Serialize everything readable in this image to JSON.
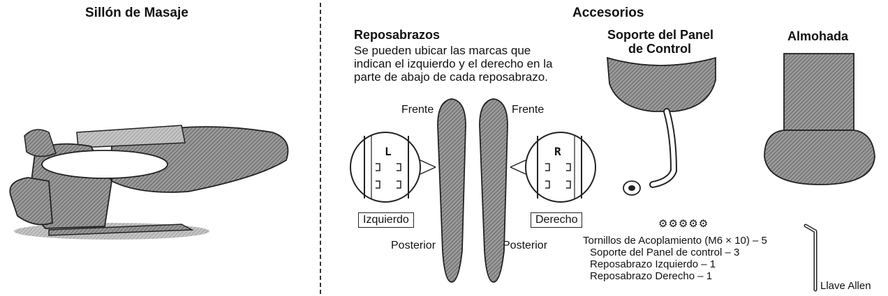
{
  "left": {
    "title": "Sillón de Masaje"
  },
  "right": {
    "title": "Accesorios",
    "armrest": {
      "title": "Reposabrazos",
      "desc": [
        "Se pueden ubicar las marcas que",
        "indican el izquierdo y el derecho en la",
        "parte de abajo de cada reposabrazo."
      ],
      "front_left": "Frente",
      "front_right": "Frente",
      "back_left": "Posterior",
      "back_right": "Posterior",
      "left_label": "Izquierdo",
      "right_label": "Derecho",
      "mark_left": "L",
      "mark_right": "R"
    },
    "panel_support": {
      "title_line1": "Soporte del Panel",
      "title_line2": "de Control"
    },
    "pillow": {
      "title": "Almohada"
    },
    "screws": {
      "line1": "Tornillos de Acoplamiento (M6 × 10) – 5",
      "line2": "Soporte del Panel de control – 3",
      "line3": "Reposabrazo Izquierdo – 1",
      "line4": "Reposabrazo Derecho – 1"
    },
    "allen": {
      "label": "Llave Allen"
    }
  }
}
